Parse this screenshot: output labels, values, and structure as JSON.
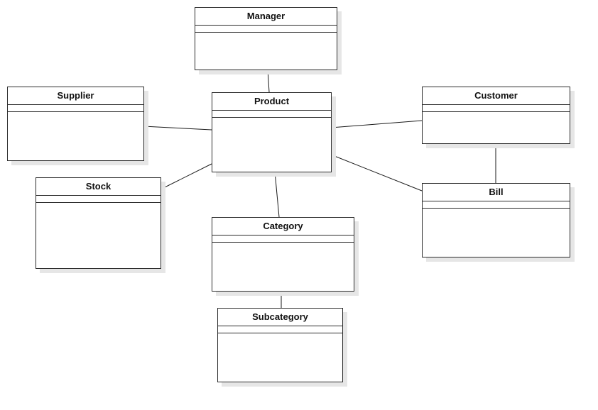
{
  "diagram": {
    "type": "uml-class-diagram",
    "line_color": "#1a1a1a",
    "box_border_color": "#2b2b2b",
    "shadow_color": "#e6e6e6",
    "classes": [
      {
        "id": "manager",
        "name": "Manager"
      },
      {
        "id": "supplier",
        "name": "Supplier"
      },
      {
        "id": "product",
        "name": "Product"
      },
      {
        "id": "customer",
        "name": "Customer"
      },
      {
        "id": "stock",
        "name": "Stock"
      },
      {
        "id": "category",
        "name": "Category"
      },
      {
        "id": "bill",
        "name": "Bill"
      },
      {
        "id": "subcategory",
        "name": "Subcategory"
      }
    ],
    "associations": [
      {
        "from": "manager",
        "to": "product"
      },
      {
        "from": "supplier",
        "to": "product"
      },
      {
        "from": "product",
        "to": "customer"
      },
      {
        "from": "stock",
        "to": "product"
      },
      {
        "from": "product",
        "to": "category"
      },
      {
        "from": "product",
        "to": "bill"
      },
      {
        "from": "customer",
        "to": "bill"
      },
      {
        "from": "category",
        "to": "subcategory"
      }
    ]
  }
}
